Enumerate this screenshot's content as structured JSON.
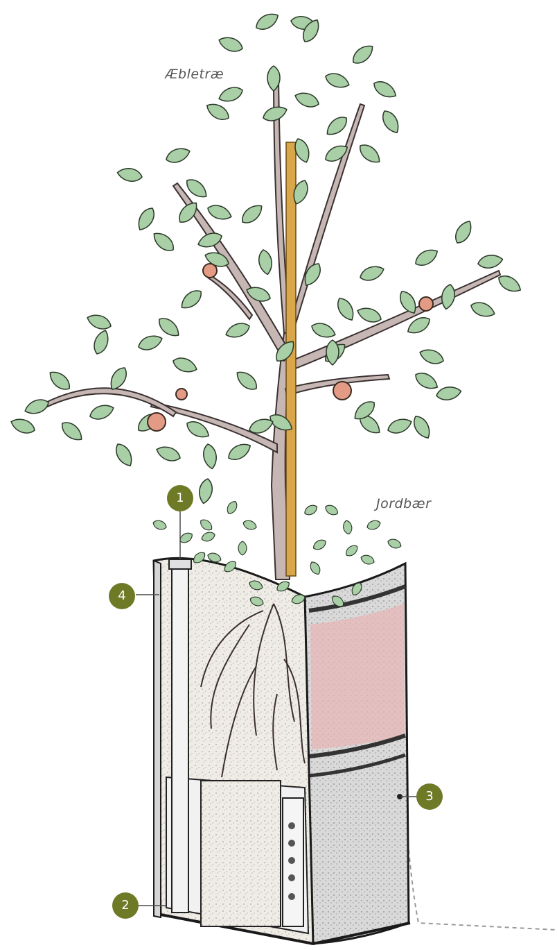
{
  "labels": {
    "tree": "Æbletræ",
    "strawberry": "Jordbær"
  },
  "markers": [
    {
      "number": "1",
      "name": "marker-1"
    },
    {
      "number": "2",
      "name": "marker-2"
    },
    {
      "number": "3",
      "name": "marker-3"
    },
    {
      "number": "4",
      "name": "marker-4"
    }
  ],
  "colors": {
    "marker": "#6e7a26",
    "leaf": "#a9cfa6",
    "leaf_outline": "#2c3a2a",
    "branch": "#b9a9a5",
    "stake": "#d9a64a",
    "soil": "#ece9e2",
    "barrel_band": "#e7b6b6",
    "apple": "#e49b86"
  }
}
